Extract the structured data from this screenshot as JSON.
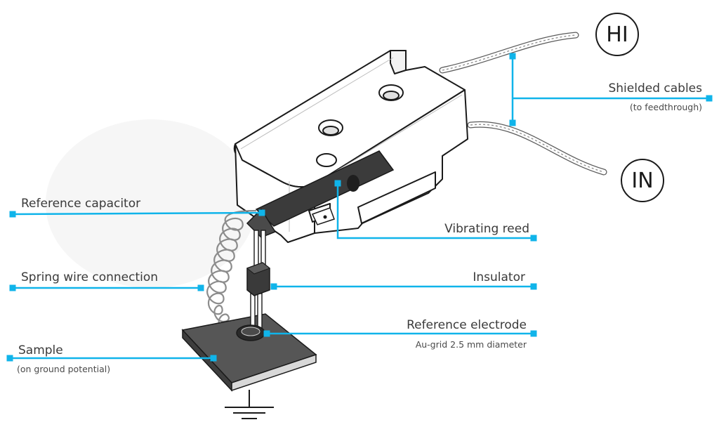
{
  "colors": {
    "leader": "#10b4ea",
    "outline": "#1a1a1a",
    "dark_part": "#3b3b3b",
    "sample": "#565656",
    "text": "#3a3a3a"
  },
  "terminals": {
    "hi": "HI",
    "in": "IN"
  },
  "labels": {
    "shielded_cables": "Shielded cables",
    "shielded_cables_sub": "(to feedthrough)",
    "reference_capacitor": "Reference capacitor",
    "vibrating_reed": "Vibrating reed",
    "spring_wire": "Spring wire connection",
    "insulator": "Insulator",
    "reference_electrode": "Reference electrode",
    "reference_electrode_sub": "Au-grid 2.5 mm diameter",
    "sample": "Sample",
    "sample_sub": "(on ground potential)"
  },
  "icons": {
    "ground": "ground-symbol-icon"
  }
}
